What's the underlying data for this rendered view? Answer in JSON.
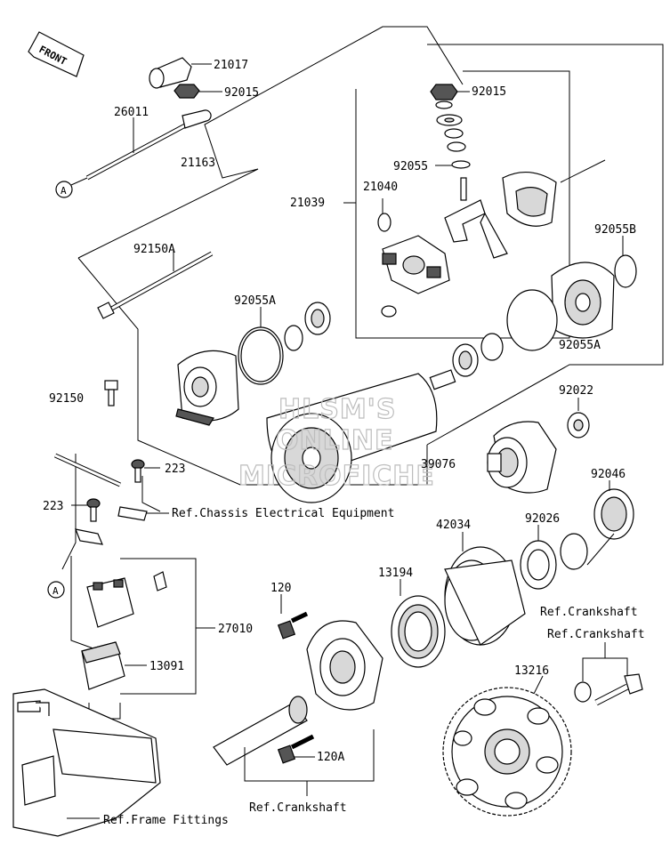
{
  "front_label": "FRONT",
  "callout_a": "A",
  "watermark": [
    "HLSM'S",
    "ONLINE",
    "MICROFICHE"
  ],
  "parts": {
    "p21017": "21017",
    "p92015_top": "92015",
    "p26011": "26011",
    "p21163": "21163",
    "p92015_right": "92015",
    "p92055": "92055",
    "p21040": "21040",
    "p21039": "21039",
    "p92055B": "92055B",
    "p92150A": "92150A",
    "p92055A_left": "92055A",
    "p92055A_right": "92055A",
    "p92150": "92150",
    "p92022": "92022",
    "p39076": "39076",
    "p92046": "92046",
    "p223_upper": "223",
    "p223_lower": "223",
    "p42034": "42034",
    "p92026": "92026",
    "p120": "120",
    "p13194": "13194",
    "p27010": "27010",
    "p13091": "13091",
    "p13216": "13216",
    "p120A": "120A"
  },
  "refs": {
    "chassis": "Ref.Chassis Electrical Equipment",
    "crankshaft_upper": "Ref.Crankshaft",
    "crankshaft_right": "Ref.Crankshaft",
    "crankshaft_bottom": "Ref.Crankshaft",
    "frame": "Ref.Frame Fittings"
  }
}
